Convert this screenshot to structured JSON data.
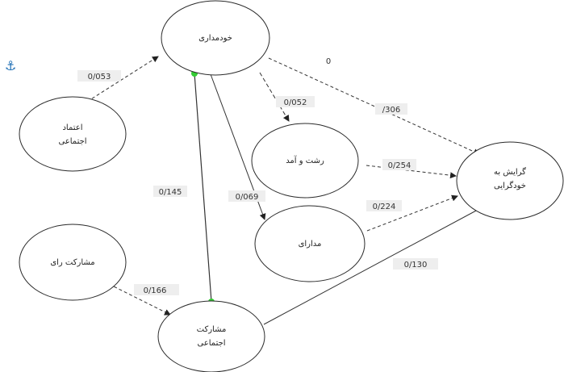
{
  "nodes": {
    "self_control": [
      "خودمداری"
    ],
    "social_trust": [
      "اعتماد",
      "اجتماعی"
    ],
    "income": [
      "رشت و آمد"
    ],
    "tolerance": [
      "مدارای"
    ],
    "social_participation_small": [
      "مشارکت رای"
    ],
    "social_participation": [
      "مشارکت",
      "اجتماعی"
    ],
    "individualism_tendency": [
      "گرایش به",
      "خودگرایی"
    ]
  },
  "edges": {
    "trust_to_self": "0/053",
    "self_to_participation": "0/145",
    "self_to_income": "0/052",
    "self_to_tolerance": "0/069",
    "self_to_tendency": "/306",
    "self_to_tendency_zero": "0",
    "income_to_tendency": "0/254",
    "tolerance_to_tendency": "0/224",
    "participation_to_tendency": "0/130",
    "smallpart_to_participation": "0/166"
  },
  "icons": {
    "anchor": "anchor-icon"
  }
}
